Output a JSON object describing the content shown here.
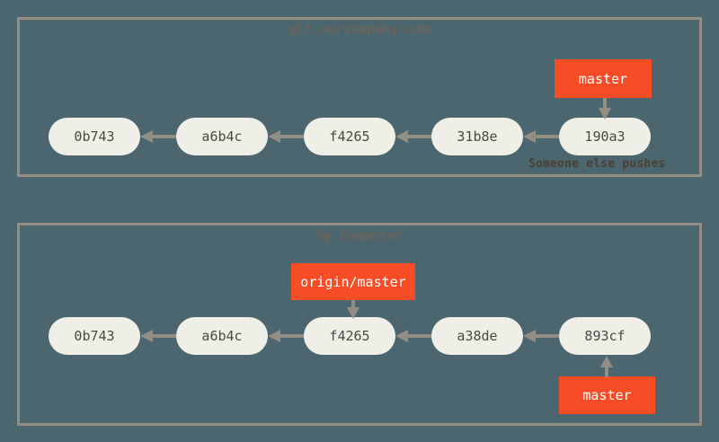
{
  "diagram": {
    "type": "git-history-diagram",
    "background_color": "#4c6670",
    "panel_border_color": "#938e84",
    "commit_node_color": "#efefe7",
    "label_color": "#f74d27",
    "arrow_color": "#938e84"
  },
  "panels": [
    {
      "id": "remote",
      "title": "git.ourcompany.com",
      "commits": [
        {
          "id": "0b743"
        },
        {
          "id": "a6b4c"
        },
        {
          "id": "f4265"
        },
        {
          "id": "31b8e"
        },
        {
          "id": "190a3"
        }
      ],
      "labels": [
        {
          "name": "master",
          "points_to": "190a3"
        }
      ],
      "caption": "Someone else pushes"
    },
    {
      "id": "local",
      "title": "My Computer",
      "commits": [
        {
          "id": "0b743"
        },
        {
          "id": "a6b4c"
        },
        {
          "id": "f4265"
        },
        {
          "id": "a38de"
        },
        {
          "id": "893cf"
        }
      ],
      "labels": [
        {
          "name": "origin/master",
          "points_to": "f4265"
        },
        {
          "name": "master",
          "points_to": "893cf"
        }
      ]
    }
  ]
}
